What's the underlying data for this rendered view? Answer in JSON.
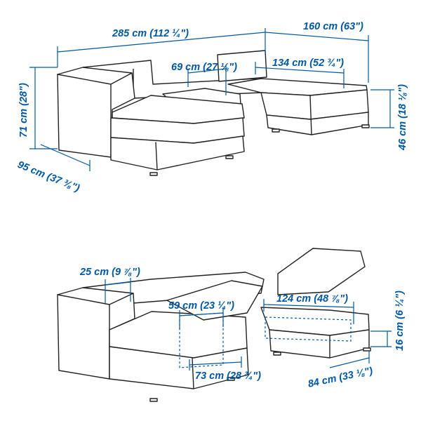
{
  "colors": {
    "accent": "#0058a3",
    "outline": "#222222",
    "background": "#ffffff"
  },
  "top_view": {
    "total_width": "285 cm (112 ¼\")",
    "chaise_width": "160 cm (63\")",
    "seat_width": "69 cm (27 ⅛\")",
    "chaise_length": "134 cm (52 ¾\")",
    "back_height": "71 cm (28\")",
    "seat_height": "46 cm (18 ⅛\")",
    "depth": "95 cm (37 ⅜\")"
  },
  "bottom_view": {
    "armrest_width": "25 cm (9 ⅞\")",
    "storage_width": "59 cm (23 ¼\")",
    "storage_depth": "73 cm (28 ¾\")",
    "chaise_storage_length": "124 cm (48 ⅞\")",
    "storage_height": "16 cm (6 ¼\")",
    "chaise_storage_width": "84 cm (33 ⅛\")"
  }
}
